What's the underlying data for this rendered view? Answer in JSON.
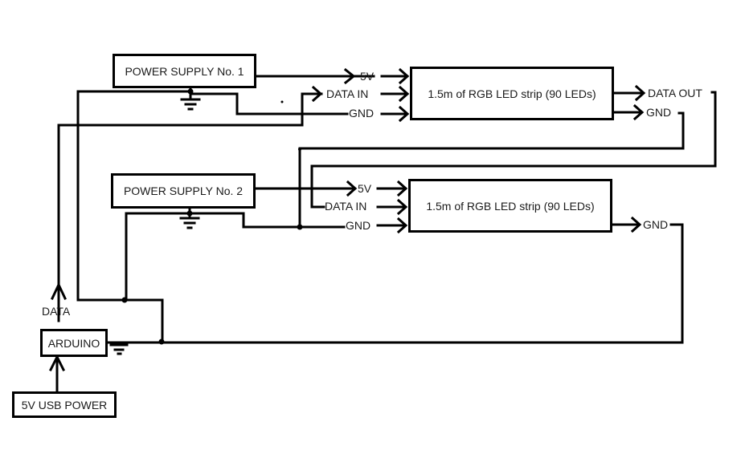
{
  "diagram": {
    "title": "",
    "components": {
      "power_supply_1": "POWER SUPPLY No. 1",
      "power_supply_2": "POWER SUPPLY No. 2",
      "led_strip_1": "1.5m of RGB LED strip (90 LEDs)",
      "led_strip_2": "1.5m of RGB LED strip (90 LEDs)",
      "arduino": "ARDUINO",
      "usb_power": "5V USB POWER"
    },
    "labels": {
      "strip1_5v": "5V",
      "strip1_data_in": "DATA IN",
      "strip1_gnd": "GND",
      "strip1_data_out": "DATA OUT",
      "strip1_gnd_out": "GND",
      "strip2_5v": "5V",
      "strip2_data_in": "DATA IN",
      "strip2_gnd": "GND",
      "strip2_gnd_out": "GND",
      "arduino_data": "DATA"
    },
    "connections": [
      {
        "from": "POWER SUPPLY No. 1",
        "to": "LED strip 1",
        "signal": "5V"
      },
      {
        "from": "POWER SUPPLY No. 1 ground",
        "to": "LED strip 1",
        "signal": "GND"
      },
      {
        "from": "ARDUINO",
        "to": "LED strip 1",
        "signal": "DATA IN"
      },
      {
        "from": "LED strip 1 DATA OUT",
        "to": "LED strip 2",
        "signal": "DATA IN"
      },
      {
        "from": "LED strip 1 GND",
        "to": "LED strip 2",
        "signal": "GND"
      },
      {
        "from": "POWER SUPPLY No. 2",
        "to": "LED strip 2",
        "signal": "5V"
      },
      {
        "from": "POWER SUPPLY No. 2 ground",
        "to": "LED strip 2",
        "signal": "GND"
      },
      {
        "from": "LED strip 2 GND",
        "to": "ARDUINO ground",
        "signal": "GND"
      },
      {
        "from": "5V USB POWER",
        "to": "ARDUINO",
        "signal": "5V"
      }
    ]
  }
}
